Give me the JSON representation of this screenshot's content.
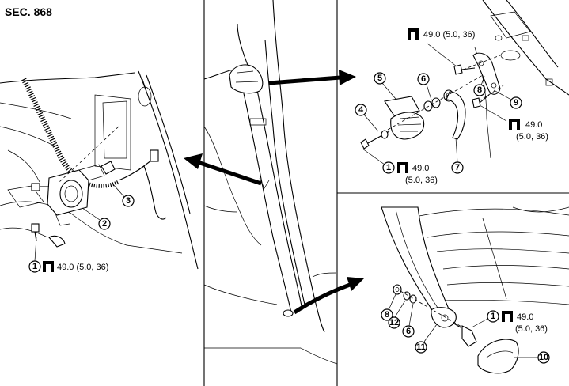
{
  "section_title": "SEC. 868",
  "callouts": {
    "c1_left": "1",
    "c2": "2",
    "c3": "3",
    "c4": "4",
    "c5": "5",
    "c6_top": "6",
    "c7": "7",
    "c8_top": "8",
    "c9": "9",
    "c1_topright": "1",
    "c8_bottom": "8",
    "c12": "12",
    "c6_bottom": "6",
    "c11": "11",
    "c10": "10",
    "c1_bottomright": "1"
  },
  "torque": {
    "left_panel": "49.0 (5.0, 36)",
    "top_right_upper": "49.0 (5.0, 36)",
    "top_right_mid_value": "49.0",
    "top_right_mid_units": "(5.0, 36)",
    "top_right_lower_value": "49.0",
    "top_right_lower_units": "(5.0, 36)",
    "bottom_right_value": "49.0",
    "bottom_right_units": "(5.0, 36)"
  },
  "icons": {
    "torque_wrench": "torque-wrench-icon"
  }
}
